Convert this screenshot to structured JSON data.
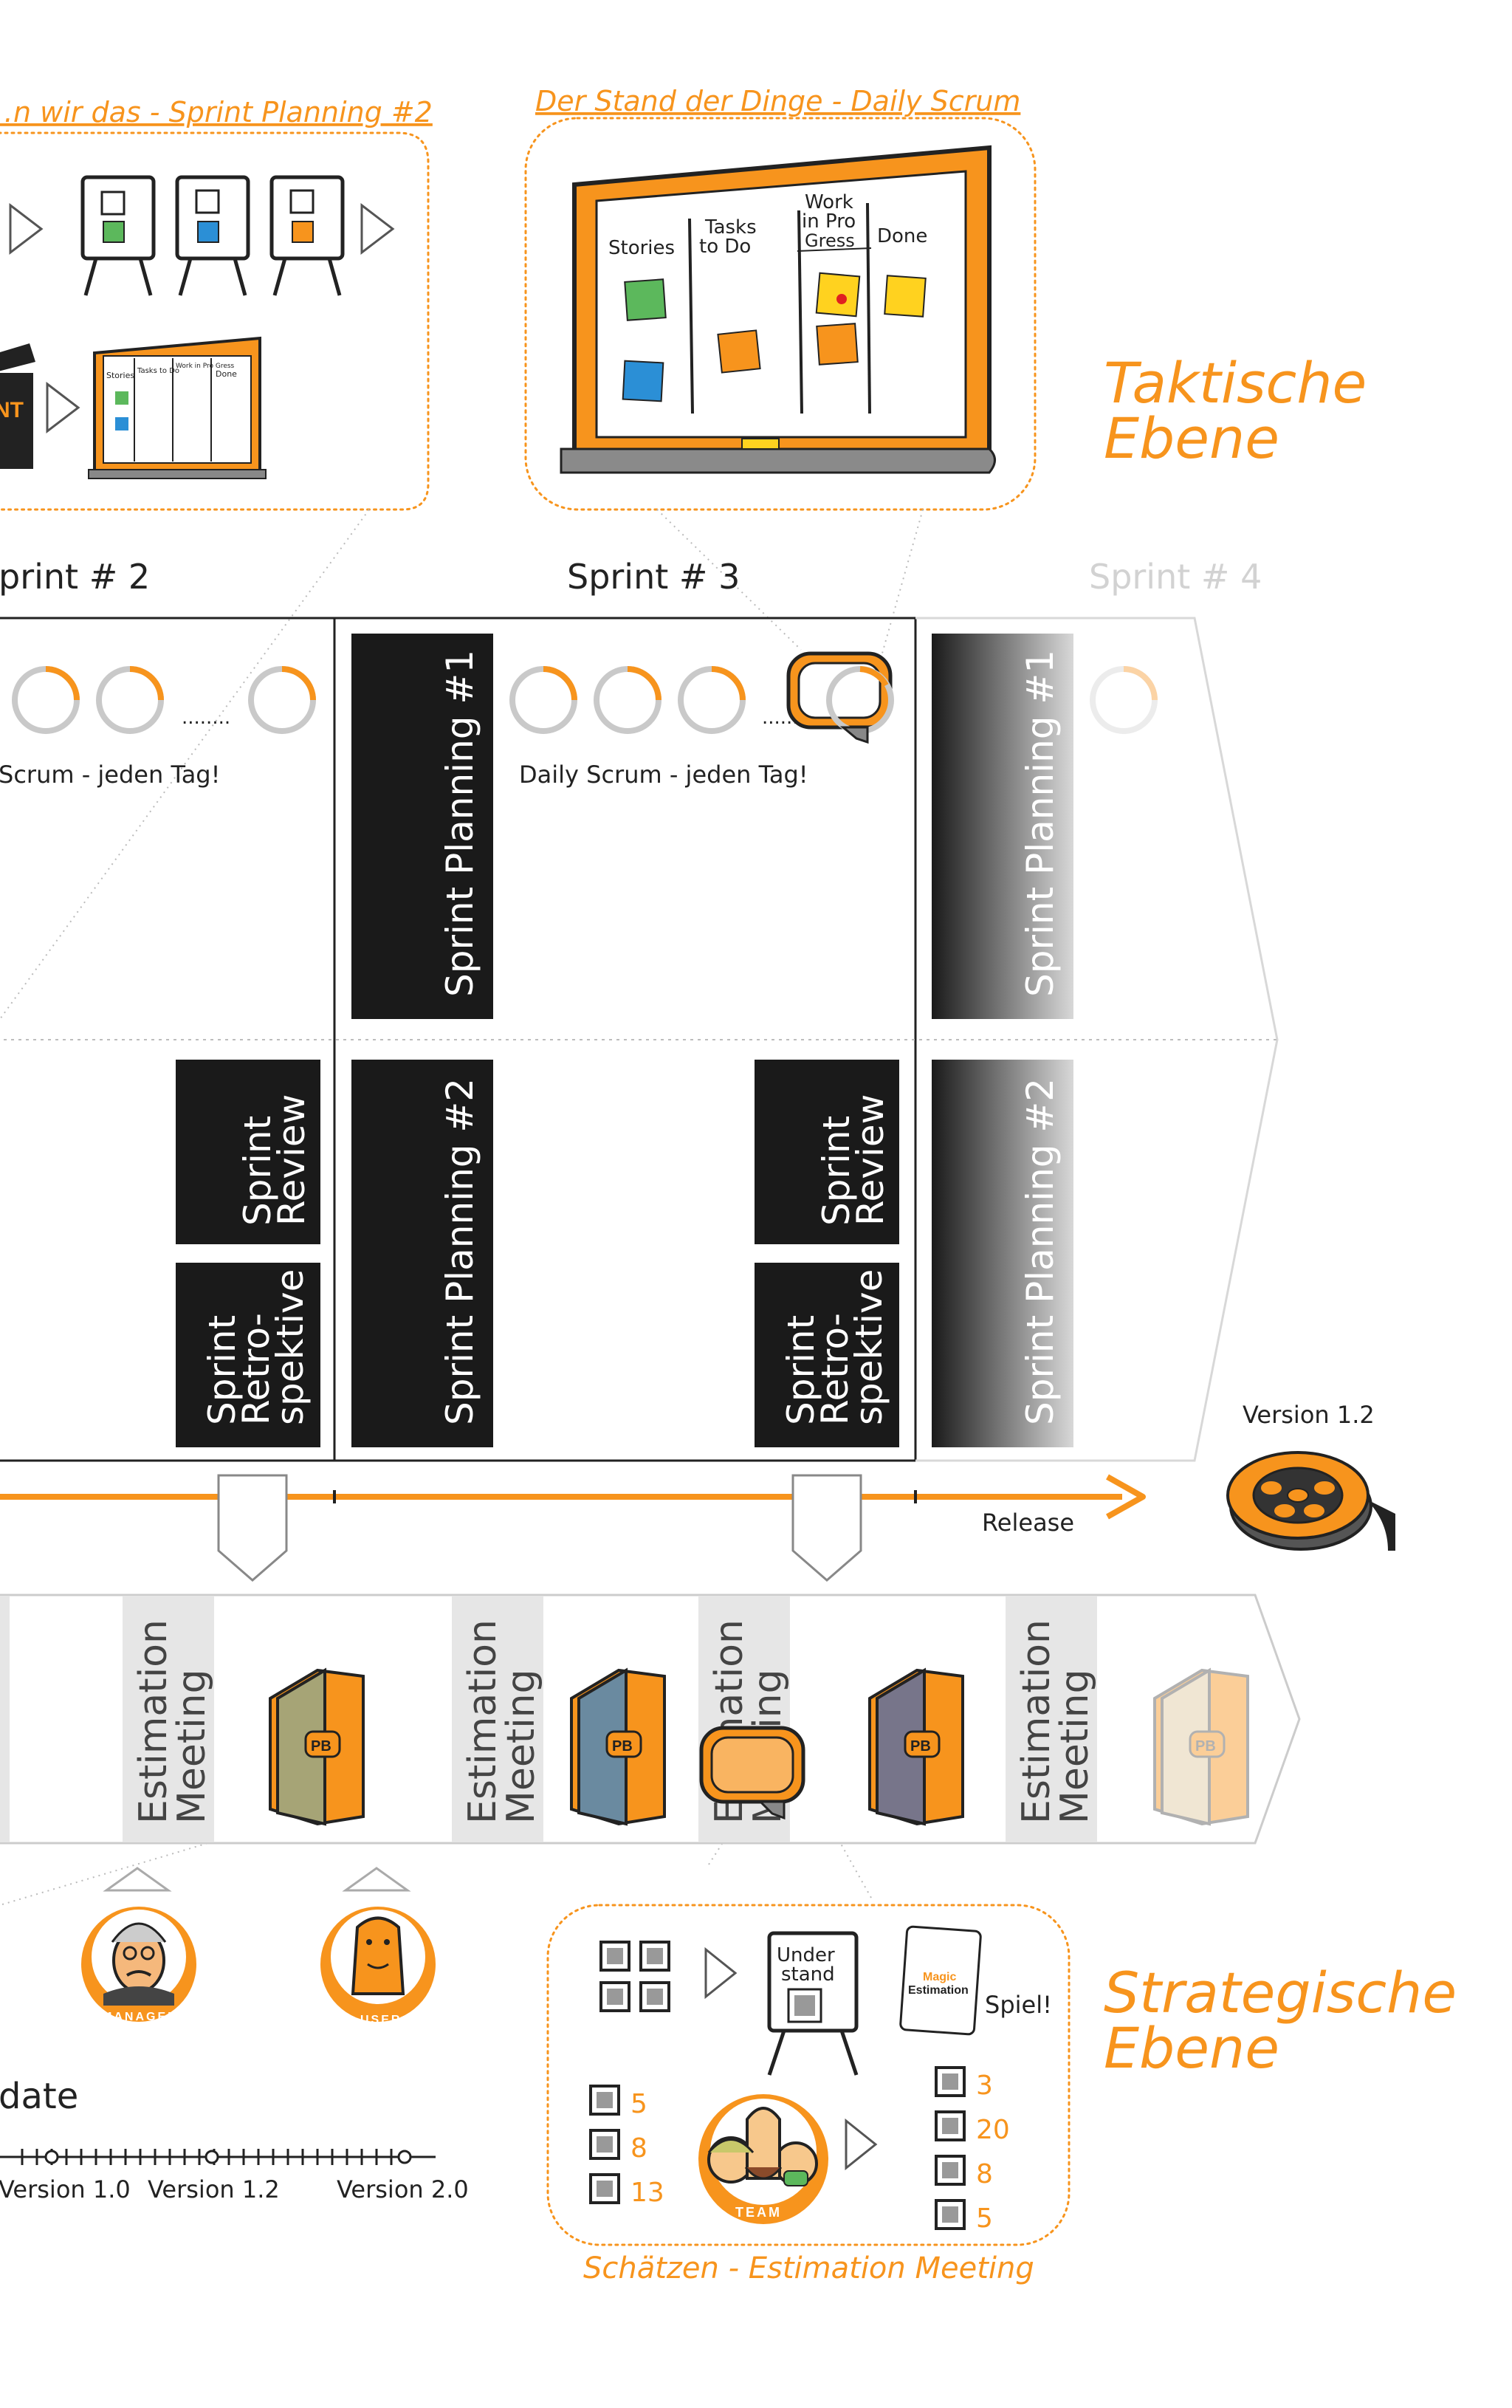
{
  "colors": {
    "accent": "#f7941d",
    "dark": "#1a1a1a",
    "gray": "#cfcfcf",
    "light_gray": "#e6e6e6"
  },
  "tactical": {
    "heading_line1": "Taktische",
    "heading_line2": "Ebene",
    "planning_caption": "…n wir das - Sprint Planning #2",
    "daily_caption": "Der Stand der Dinge - Daily Scrum",
    "board": {
      "col_stories": "Stories",
      "col_tasks_1": "Tasks",
      "col_tasks_2": "to Do",
      "col_wip_1": "Work",
      "col_wip_2": "in Pro",
      "col_wip_3": "Gress",
      "col_done": "Done"
    },
    "mini_board": {
      "stories": "Stories",
      "tasks": "Tasks to Do",
      "wip": "Work in Pro Gress",
      "done": "Done"
    },
    "clapper_text": "NT"
  },
  "sprints": {
    "sprint2_label": "print # 2",
    "sprint3_label": "Sprint # 3",
    "sprint4_label": "Sprint # 4",
    "daily_scrum_2": "Scrum - jeden Tag!",
    "daily_scrum_3": "Daily Scrum - jeden Tag!",
    "dots": "........",
    "sprint_review_1": "Sprint",
    "sprint_review_2": "Review",
    "retro_1": "Sprint",
    "retro_2": "Retro-",
    "retro_3": "spektive",
    "planning_1": "Sprint Planning #1",
    "planning_2": "Sprint Planning #2"
  },
  "release": {
    "version_label": "Version 1.2",
    "release_label": "Release"
  },
  "backlog": {
    "estimation_1": "Estimation",
    "estimation_2": "Meeting",
    "pb_label": "PB",
    "estimation_meeting_count": 4
  },
  "roles": {
    "manager": "MANAGER",
    "user": "USER",
    "team": "TEAM"
  },
  "roadmap": {
    "update_label": "date",
    "v10": "Version 1.0",
    "v12": "Version 1.2",
    "v20": "Version 2.0"
  },
  "strategic": {
    "heading_line1": "Strategische",
    "heading_line2": "Ebene",
    "caption": "Schätzen - Estimation Meeting",
    "flip_line1": "Under",
    "flip_line2": "stand",
    "card_line1": "Magic",
    "card_line2": "Estimation",
    "spiel": "Spiel!",
    "left_numbers": [
      "5",
      "8",
      "13"
    ],
    "right_numbers": [
      "3",
      "20",
      "8",
      "5"
    ]
  }
}
